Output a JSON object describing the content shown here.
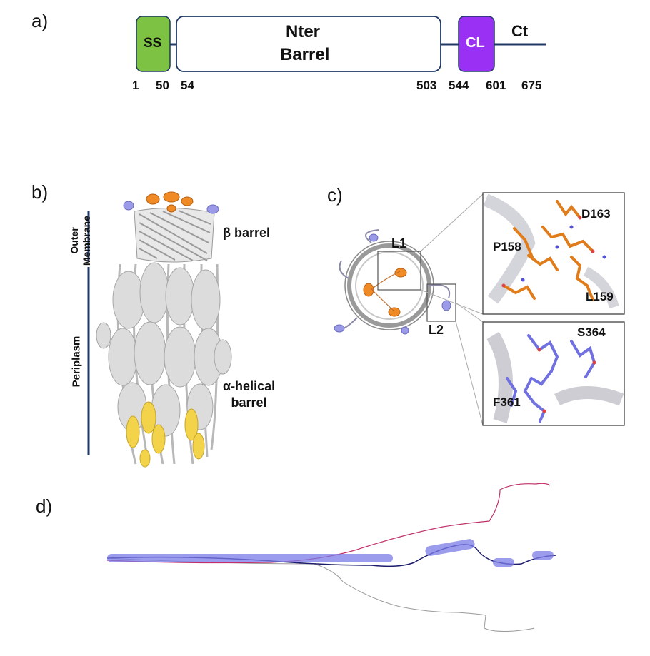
{
  "panels": {
    "a": "a)",
    "b": "b)",
    "c": "c)",
    "d": "d)"
  },
  "domain_map": {
    "domains": [
      {
        "id": "ss",
        "label": "SS",
        "color": "#7dc242"
      },
      {
        "id": "barrel",
        "label_line1": "Nter",
        "label_line2": "Barrel",
        "color": "#ffffff"
      },
      {
        "id": "cl",
        "label": "CL",
        "color": "#9b30f5"
      },
      {
        "id": "ct",
        "label": "Ct"
      }
    ],
    "positions": [
      "1",
      "50",
      "54",
      "503",
      "544",
      "601",
      "675"
    ],
    "line_color": "#1f3864"
  },
  "structure_b": {
    "membrane_label_line1": "Outer",
    "membrane_label_line2": "Membrane",
    "periplasm_label": "Periplasm",
    "beta_barrel_label": "β barrel",
    "alpha_label_line1": "α-helical",
    "alpha_label_line2": "barrel",
    "bar_color": "#1f3864",
    "helix_color": "#d9d9d9",
    "loop_color": "#f08a24",
    "loop2_color": "#8c8ce0",
    "yellow_color": "#f2d34a"
  },
  "structure_c": {
    "loop1_label": "L1",
    "loop2_label": "L2",
    "inset_top_residues": [
      "D163",
      "P158",
      "L159"
    ],
    "inset_bottom_residues": [
      "S364",
      "F361"
    ]
  }
}
